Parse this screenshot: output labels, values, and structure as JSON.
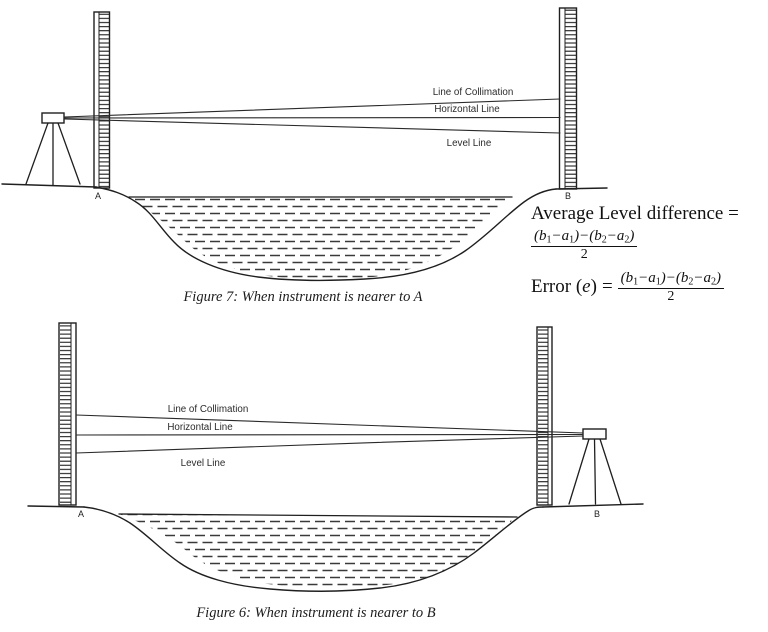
{
  "colors": {
    "ink": "#1f1f1f",
    "background": "#ffffff"
  },
  "figure7": {
    "line_labels": {
      "collimation": "Line of Collimation",
      "horizontal": "Horizontal Line",
      "level": "Level Line"
    },
    "staff_a_label": "A",
    "staff_b_label": "B",
    "caption": "Figure 7: When instrument is nearer to A"
  },
  "figure6": {
    "line_labels": {
      "collimation": "Line of Collimation",
      "horizontal": "Horizontal Line",
      "level": "Level Line"
    },
    "staff_a_label": "A",
    "staff_b_label": "B",
    "caption": "Figure 6: When instrument is nearer to B"
  },
  "formulas": {
    "average_label": "Average Level difference =",
    "error_prefix": "Error (",
    "error_e": "e",
    "error_close": ")",
    "equals_sign": "=",
    "fraction": {
      "p1": "(b",
      "s1": "1",
      "p2": "−a",
      "s2": "1",
      "p3": ")−(b",
      "s3": "2",
      "p4": "−a",
      "s4": "2",
      "p5": ")",
      "den": "2"
    }
  }
}
